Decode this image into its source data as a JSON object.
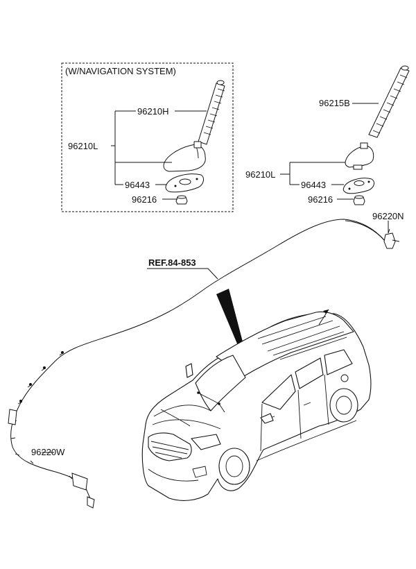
{
  "group_title": "(W/NAVIGATION SYSTEM)",
  "parts": {
    "nav_antenna_rod": "96210H",
    "nav_antenna_assy": "96210L",
    "nav_gasket": "96443",
    "nav_nut": "96216",
    "std_antenna_rod": "96215B",
    "std_antenna_assy": "96210L",
    "std_gasket": "96443",
    "std_nut": "96216",
    "feeder_connector": "96220N",
    "feeder_cable": "96220W"
  },
  "reference": "REF.84-853"
}
